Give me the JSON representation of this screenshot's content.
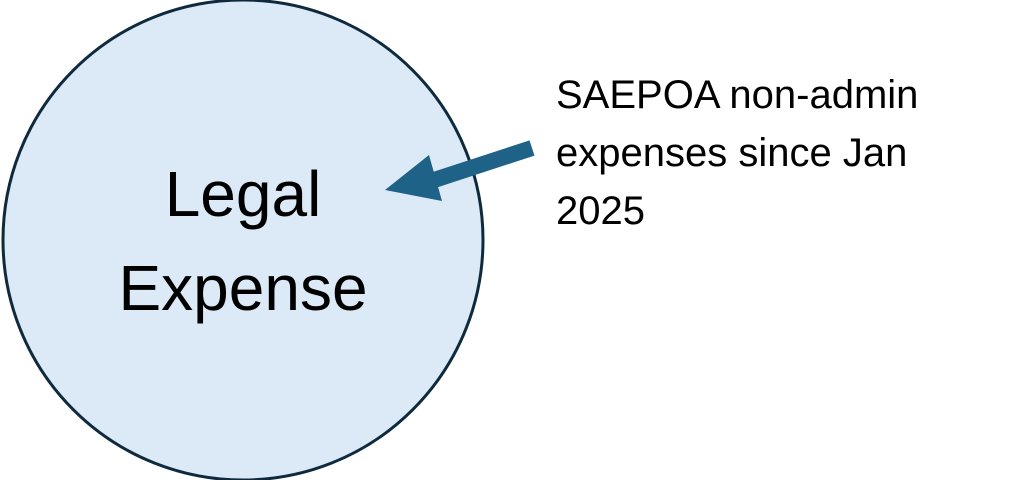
{
  "circle": {
    "label_lines": [
      "Legal",
      "Expense"
    ],
    "fill_color": "#dce9f6",
    "stroke_color": "#0f2a3d"
  },
  "annotation": {
    "lines": [
      "SAEPOA non-admin",
      "expenses since Jan",
      "2025"
    ],
    "arrow_color": "#1f6287",
    "arrow_icon": "arrow-pointing-left-icon"
  }
}
